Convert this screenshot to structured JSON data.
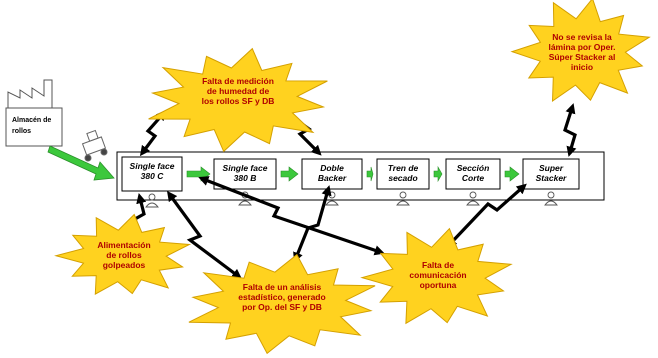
{
  "warehouse": {
    "label_lines": [
      "Almacén de",
      "rollos"
    ]
  },
  "processes": [
    {
      "lines": [
        "Single face",
        "380 C"
      ]
    },
    {
      "lines": [
        "Single face",
        "380 B"
      ]
    },
    {
      "lines": [
        "Doble",
        "Backer"
      ]
    },
    {
      "lines": [
        "Tren de",
        "secado"
      ]
    },
    {
      "lines": [
        "Sección",
        "Corte"
      ]
    },
    {
      "lines": [
        "Super",
        "Stacker"
      ]
    }
  ],
  "problems": [
    {
      "id": "humedad",
      "lines": [
        "Falta de medición",
        "de humedad de",
        "los rollos SF y DB"
      ]
    },
    {
      "id": "stacker",
      "lines": [
        "No se revisa la",
        "lámina por Oper.",
        "Súper Stacker al",
        "inicio"
      ]
    },
    {
      "id": "alimentacion",
      "lines": [
        "Alimentación",
        "de rollos",
        "golpeados"
      ]
    },
    {
      "id": "analisis",
      "lines": [
        "Falta de un análisis",
        "estadístico, generado",
        "por Op. del SF y DB"
      ]
    },
    {
      "id": "comunicacion",
      "lines": [
        "Falta de",
        "comunicación",
        "oportuna"
      ]
    }
  ],
  "colors": {
    "burst_fill": "#ffd21f",
    "burst_stroke": "#d4a000",
    "problem_text": "#b00000",
    "flow_arrow": "#3cc83c",
    "lightning": "#000000",
    "icons": [
      "factory-icon",
      "forklift-icon",
      "operator-icon"
    ]
  }
}
